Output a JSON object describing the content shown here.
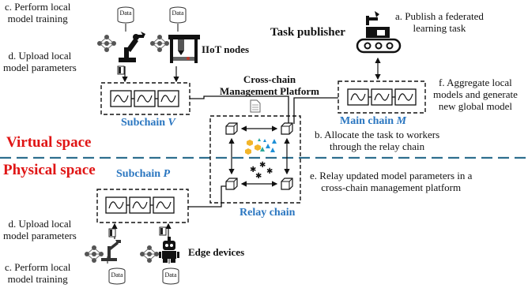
{
  "labels": {
    "train_top": "c. Perform local\nmodel training",
    "upload_top": "d. Upload local\nmodel parameters",
    "iiot_nodes": "IIoT nodes",
    "data_1": "Data",
    "data_2": "Data",
    "data_3": "Data",
    "data_4": "Data",
    "task_publisher": "Task publisher",
    "publish_task": "a. Publish a  federated\nlearning task",
    "aggregate": "f. Aggregate local\nmodels and generate\nnew global model",
    "main_chain": "Main chain",
    "main_chain_var": "M",
    "cross_chain": "Cross-chain\nManagement Platform",
    "subchain_v": "Subchain",
    "subchain_v_var": "V",
    "virtual_space": "Virtual space",
    "allocate": "b. Allocate the task to workers\nthrough the relay chain",
    "physical_space": "Physical space",
    "subchain_p": "Subchain",
    "subchain_p_var": "P",
    "relay_update": "e. Relay updated model parameters in a\ncross-chain management platform",
    "relay_chain": "Relay chain",
    "upload_bottom": "d. Upload local\nmodel parameters",
    "edge_devices": "Edge devices",
    "train_bottom": "c. Perform local\nmodel training"
  },
  "colors": {
    "virtual_text": "#e01515",
    "chain_blue": "#2a76c0",
    "divider": "#2e6f8e",
    "token_yellow": "#f2b52a",
    "token_blue": "#1e8fd6",
    "token_teal": "#2aa79b"
  },
  "icons": [
    "document-icon",
    "data-cylinder-icon",
    "neural-network-icon",
    "robot-arm-icon",
    "factory-machine-icon",
    "conveyor-robot-icon",
    "edge-robot-icon",
    "upload-file-icon",
    "block-icon"
  ]
}
